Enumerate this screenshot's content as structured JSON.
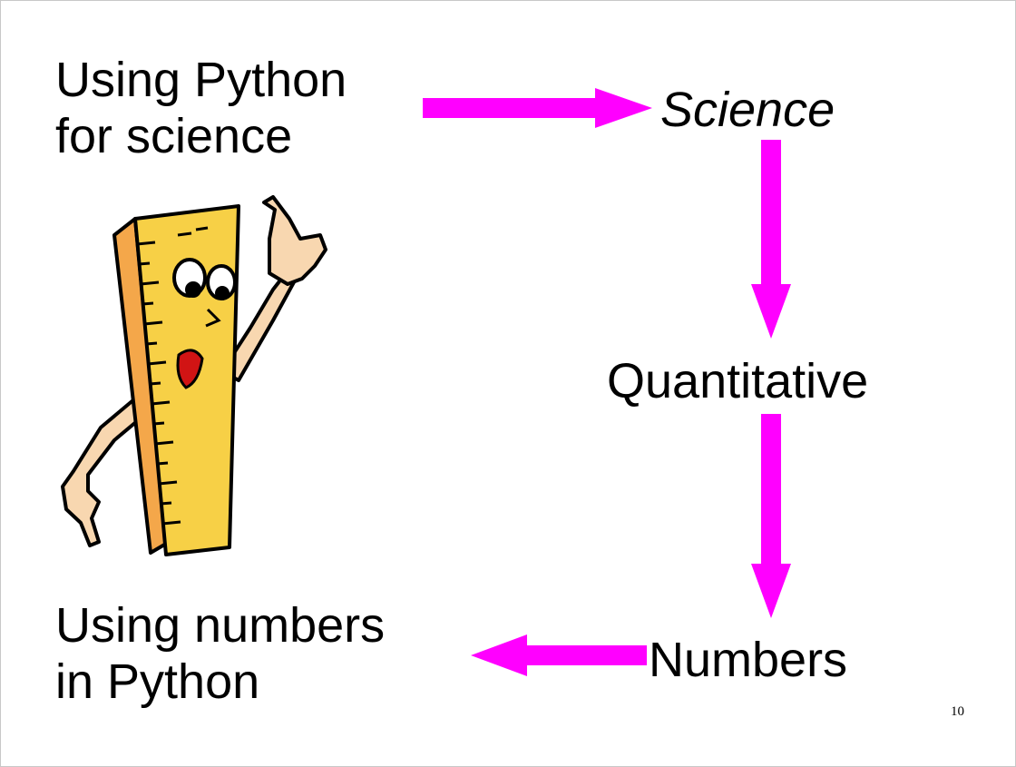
{
  "slide": {
    "title_lines": [
      "Using Python",
      "for science"
    ],
    "step_science": "Science",
    "step_quantitative": "Quantitative",
    "step_numbers": "Numbers",
    "conclusion_lines": [
      "Using numbers",
      "in Python"
    ],
    "page_number": "10"
  },
  "colors": {
    "arrow": "#ff00ff",
    "ruler": "#f7d046",
    "ruler_edge": "#f4a74a",
    "skin": "#f8d7b0"
  },
  "illustration": {
    "icon": "cartoon-ruler-character-pointing"
  }
}
